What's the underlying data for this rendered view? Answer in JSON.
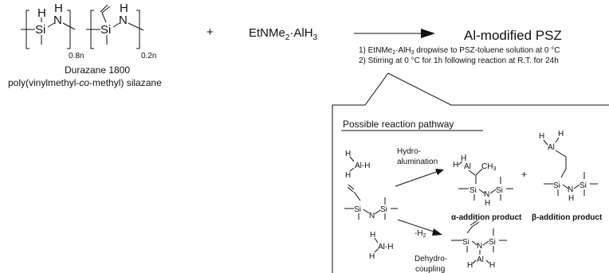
{
  "polymer": {
    "name": "Durazane 1800",
    "description_prefix": "poly(vinylmethyl-",
    "description_italic": "co",
    "description_suffix": "-methyl) silazane",
    "sub_a": "0.8n",
    "sub_b": "0.2n",
    "atom_si": "Si",
    "atom_n": "N",
    "atom_h": "H"
  },
  "plus_sign": "+",
  "reagent": {
    "prefix": "EtNMe",
    "sub2": "2",
    "middle": "·AlH",
    "sub3": "3"
  },
  "product": "Al-modified PSZ",
  "conditions": {
    "step1_a": "1) EtNMe",
    "step1_sub": "2",
    "step1_b": "·AlH",
    "step1_sub3": "3",
    "step1_c": " dropwise to PSZ-toluene solution at 0 °C",
    "step2": "2) Stirring at 0 °C for 1h following reaction at R.T. for 24h"
  },
  "pathway": {
    "title": "Possible reaction pathway",
    "hydro_label_1": "Hydro-",
    "hydro_label_2": "alumination",
    "dehydro_label_1": "Dehydro-",
    "dehydro_label_2": "coupling",
    "minus_h2": "-H",
    "minus_h2_sub": "2",
    "alpha_label": "α-addition product",
    "beta_label": "β-addition product",
    "plus_sign": "+",
    "atom_al": "Al",
    "atom_h": "H",
    "atom_si": "Si",
    "atom_n": "N",
    "group_ch3": "CH",
    "group_ch3_sub": "3",
    "bond_al_h": "Al-H"
  }
}
